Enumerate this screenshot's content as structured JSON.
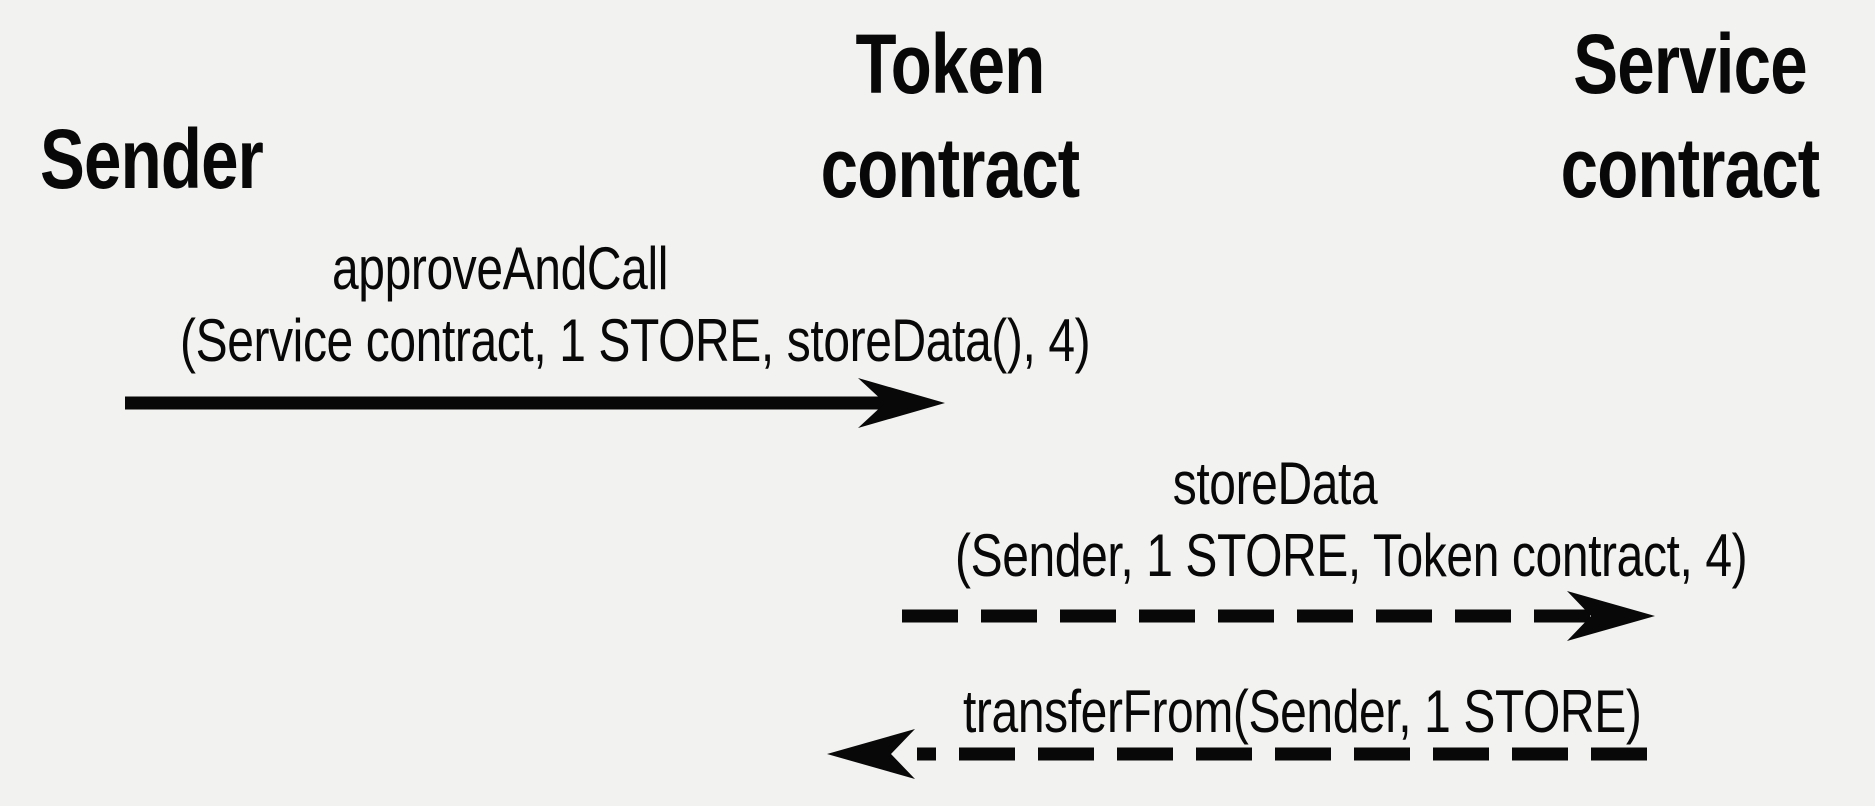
{
  "colors": {
    "background": "#f2f2f1",
    "ink": "#080808"
  },
  "participants": [
    {
      "id": "sender",
      "lines": [
        "Sender"
      ]
    },
    {
      "id": "token-contract",
      "lines": [
        "Token",
        "contract"
      ]
    },
    {
      "id": "service-contract",
      "lines": [
        "Service",
        "contract"
      ]
    }
  ],
  "messages": [
    {
      "from": "Sender",
      "to": "Token contract",
      "label_lines": [
        "approveAndCall",
        "(Service contract, 1 STORE, storeData(), 4)"
      ],
      "line_style": "solid",
      "direction": "right"
    },
    {
      "from": "Token contract",
      "to": "Service contract",
      "label_lines": [
        "storeData",
        "(Sender, 1 STORE, Token contract, 4)"
      ],
      "line_style": "dashed",
      "direction": "right"
    },
    {
      "from": "Service contract",
      "to": "Token contract",
      "label_lines": [
        "transferFrom(Sender, 1 STORE)"
      ],
      "line_style": "dashed",
      "direction": "left"
    }
  ]
}
